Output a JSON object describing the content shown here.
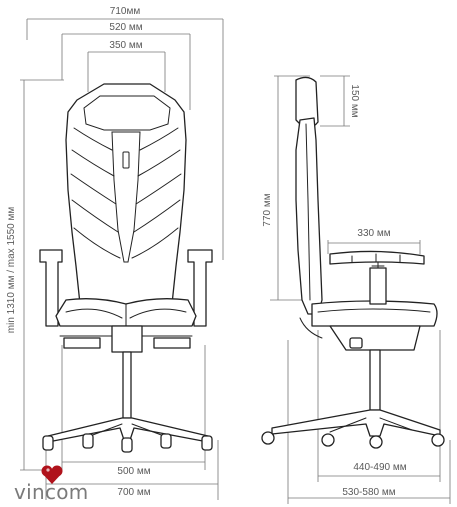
{
  "front": {
    "overall_width": "710мм",
    "back_width": "520 мм",
    "headrest_width": "350 мм",
    "height_range": "min 1310 мм / max 1550 мм",
    "seat_width": "500 мм",
    "base_width": "700 мм"
  },
  "side": {
    "headrest_height": "150 мм",
    "back_height": "770 мм",
    "armrest_length": "330 мм",
    "seat_depth": "440-490 мм",
    "base_depth": "530-580 мм"
  },
  "logo": {
    "text": "vincom",
    "colors": {
      "text": "#7a7a7a",
      "heart": "#b0121b"
    }
  },
  "colors": {
    "line": "#777777",
    "chair": "#222222",
    "label": "#5a5a5a"
  }
}
